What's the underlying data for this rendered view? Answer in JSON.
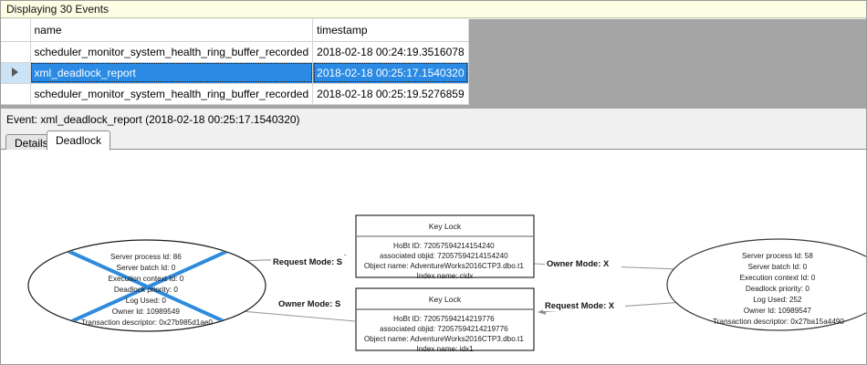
{
  "banner": {
    "text": "Displaying 30 Events"
  },
  "grid": {
    "columns": [
      "",
      "name",
      "timestamp"
    ],
    "rows": [
      {
        "selected": false,
        "marker": "",
        "name": "scheduler_monitor_system_health_ring_buffer_recorded",
        "timestamp": "2018-02-18 00:24:19.3516078"
      },
      {
        "selected": true,
        "marker": "row-selector-arrow",
        "name": "xml_deadlock_report",
        "timestamp": "2018-02-18 00:25:17.1540320"
      },
      {
        "selected": false,
        "marker": "",
        "name": "scheduler_monitor_system_health_ring_buffer_recorded",
        "timestamp": "2018-02-18 00:25:19.5276859"
      }
    ]
  },
  "event_header": {
    "text": "Event: xml_deadlock_report (2018-02-18 00:25:17.1540320)"
  },
  "tabs": [
    {
      "label": "Details",
      "active": false
    },
    {
      "label": "Deadlock",
      "active": true
    }
  ],
  "deadlock": {
    "victim_marker_color": "#2e8bdc",
    "process_left": {
      "victim": true,
      "lines": [
        "Server process Id: 86",
        "Server batch Id: 0",
        "Execution context Id: 0",
        "Deadlock priority: 0",
        "Log Used: 0",
        "Owner Id: 10989549",
        "Transaction descriptor: 0x27b985d1ae0"
      ]
    },
    "process_right": {
      "victim": false,
      "lines": [
        "Server process Id: 58",
        "Server batch Id: 0",
        "Execution context Id: 0",
        "Deadlock priority: 0",
        "Log Used: 252",
        "Owner Id: 10989547",
        "Transaction descriptor: 0x27ba15a4490"
      ]
    },
    "lock_top": {
      "title": "Key Lock",
      "lines": [
        "HoBt ID: 72057594214154240",
        "associated objid: 72057594214154240",
        "Object name: AdventureWorks2016CTP3.dbo.t1",
        "Index name: cidx"
      ]
    },
    "lock_bottom": {
      "title": "Key Lock",
      "lines": [
        "HoBt ID: 72057594214219776",
        "associated objid: 72057594214219776",
        "Object name: AdventureWorks2016CTP3.dbo.t1",
        "Index name: idx1"
      ]
    },
    "edges": {
      "left_request": "Request Mode: S",
      "left_owner": "Owner Mode: S",
      "right_owner": "Owner Mode: X",
      "right_request": "Request Mode: X"
    }
  }
}
